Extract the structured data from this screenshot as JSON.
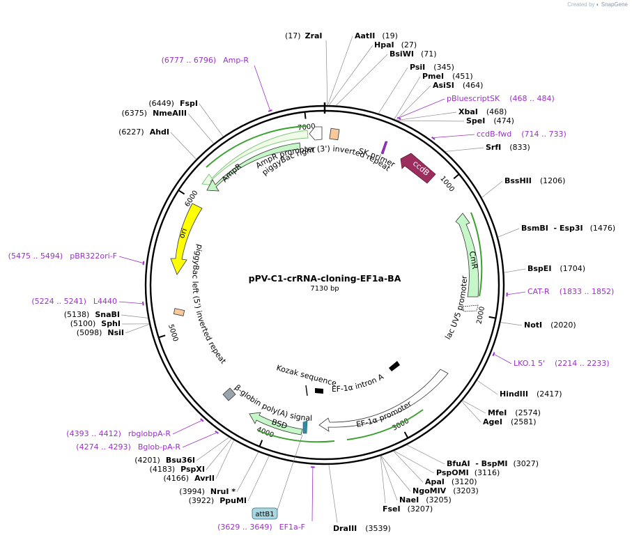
{
  "credit": {
    "created_by": "Created by",
    "brand": "SnapGene"
  },
  "plasmid": {
    "name": "pPV-C1-crRNA-cloning-EF1a-BA",
    "length_label": "7130 bp",
    "length": 7130,
    "tick_labels": [
      "1000",
      "2000",
      "3000",
      "4000",
      "5000",
      "6000",
      "7000"
    ]
  },
  "colors": {
    "enzyme": "#000000",
    "primer": "#9b30c9",
    "backbone": "#000000"
  },
  "enzymes": [
    {
      "name": "ZraI",
      "pos": "(17)",
      "bp": 17
    },
    {
      "name": "AatII",
      "pos": "(19)",
      "bp": 19
    },
    {
      "name": "HpaI",
      "pos": "(27)",
      "bp": 27
    },
    {
      "name": "BsiWI",
      "pos": "(71)",
      "bp": 71
    },
    {
      "name": "PsiI",
      "pos": "(345)",
      "bp": 345
    },
    {
      "name": "PmeI",
      "pos": "(451)",
      "bp": 451
    },
    {
      "name": "AsiSI",
      "pos": "(464)",
      "bp": 464
    },
    {
      "name": "XbaI",
      "pos": "(468)",
      "bp": 468
    },
    {
      "name": "SpeI",
      "pos": "(474)",
      "bp": 474
    },
    {
      "name": "SrfI",
      "pos": "(833)",
      "bp": 833
    },
    {
      "name": "BssHII",
      "pos": "(1206)",
      "bp": 1206
    },
    {
      "name": "BsmBI  - Esp3I",
      "pos": "(1476)",
      "bp": 1476
    },
    {
      "name": "BspEI",
      "pos": "(1704)",
      "bp": 1704
    },
    {
      "name": "NotI",
      "pos": "(2020)",
      "bp": 2020
    },
    {
      "name": "HindIII",
      "pos": "(2417)",
      "bp": 2417
    },
    {
      "name": "MfeI",
      "pos": "(2574)",
      "bp": 2574
    },
    {
      "name": "AgeI",
      "pos": "(2581)",
      "bp": 2581
    },
    {
      "name": "BfuAI  - BspMI",
      "pos": "(3027)",
      "bp": 3027
    },
    {
      "name": "PspOMI",
      "pos": "(3116)",
      "bp": 3116
    },
    {
      "name": "ApaI",
      "pos": "(3120)",
      "bp": 3120
    },
    {
      "name": "NgoMIV",
      "pos": "(3203)",
      "bp": 3203
    },
    {
      "name": "NaeI",
      "pos": "(3205)",
      "bp": 3205
    },
    {
      "name": "FseI",
      "pos": "(3207)",
      "bp": 3207
    },
    {
      "name": "DraIII",
      "pos": "(3539)",
      "bp": 3539
    },
    {
      "name": "PpuMI",
      "pos": "(3922)",
      "bp": 3922
    },
    {
      "name": "NruI *",
      "pos": "(3994)",
      "bp": 3994
    },
    {
      "name": "AvrII",
      "pos": "(4166)",
      "bp": 4166
    },
    {
      "name": "PspXI",
      "pos": "(4183)",
      "bp": 4183
    },
    {
      "name": "Bsu36I",
      "pos": "(4201)",
      "bp": 4201
    },
    {
      "name": "NsiI",
      "pos": "(5098)",
      "bp": 5098
    },
    {
      "name": "SphI",
      "pos": "(5100)",
      "bp": 5100
    },
    {
      "name": "SnaBI",
      "pos": "(5138)",
      "bp": 5138
    },
    {
      "name": "AhdI",
      "pos": "(6227)",
      "bp": 6227
    },
    {
      "name": "NmeAIII",
      "pos": "(6375)",
      "bp": 6375
    },
    {
      "name": "FspI",
      "pos": "(6449)",
      "bp": 6449
    }
  ],
  "primers": [
    {
      "name": "Amp-R",
      "range": "(6777 .. 6796)",
      "bp": 6786
    },
    {
      "name": "pBluescriptSK",
      "range": "(468 .. 484)",
      "bp": 476
    },
    {
      "name": "ccdB-fwd",
      "range": "(714 .. 733)",
      "bp": 723
    },
    {
      "name": "CAT-R",
      "range": "(1833 .. 1852)",
      "bp": 1842
    },
    {
      "name": "LKO.1 5'",
      "range": "(2214 .. 2233)",
      "bp": 2223
    },
    {
      "name": "EF1a-F",
      "range": "(3629 .. 3649)",
      "bp": 3639
    },
    {
      "name": "Bglob-pA-R",
      "range": "(4274 .. 4293)",
      "bp": 4283
    },
    {
      "name": "rbglobpA-R",
      "range": "(4393 .. 4412)",
      "bp": 4402
    },
    {
      "name": "L4440",
      "range": "(5224 .. 5241)",
      "bp": 5232
    },
    {
      "name": "pBR322ori-F",
      "range": "(5475 .. 5494)",
      "bp": 5484
    }
  ],
  "features": [
    {
      "name": "AmpR",
      "kind": "arrow",
      "color": "#c6f7c9"
    },
    {
      "name": "AmpR promoter",
      "kind": "arrow",
      "color": "#ffffff"
    },
    {
      "name": "piggyBac right (3') inverted repeat",
      "kind": "box",
      "color": "#f8c99b"
    },
    {
      "name": "SK primer",
      "kind": "primer-glyph",
      "color": "#9b30c9"
    },
    {
      "name": "ccdB",
      "kind": "arrow",
      "color": "#9e2d5f"
    },
    {
      "name": "CmR",
      "kind": "arrow",
      "color": "#c6f7c9"
    },
    {
      "name": "lac UV5 promoter",
      "kind": "glyph",
      "color": "#ffffff"
    },
    {
      "name": "Kozak sequence",
      "kind": "glyph",
      "color": "#000000"
    },
    {
      "name": "EF-1α intron A",
      "kind": "glyph",
      "color": "#000000"
    },
    {
      "name": "EF-1α promoter",
      "kind": "arrow",
      "color": "#ffffff"
    },
    {
      "name": "BSD",
      "kind": "arrow",
      "color": "#c6f7c9"
    },
    {
      "name": "β-globin poly(A) signal",
      "kind": "glyph",
      "color": "#9aa4ad"
    },
    {
      "name": "attB1",
      "kind": "badge",
      "color": "#a9d6e0"
    },
    {
      "name": "piggyBac left (5') inverted repeat",
      "kind": "box",
      "color": "#f8c99b"
    },
    {
      "name": "ori",
      "kind": "arrow",
      "color": "#ffff00"
    }
  ]
}
